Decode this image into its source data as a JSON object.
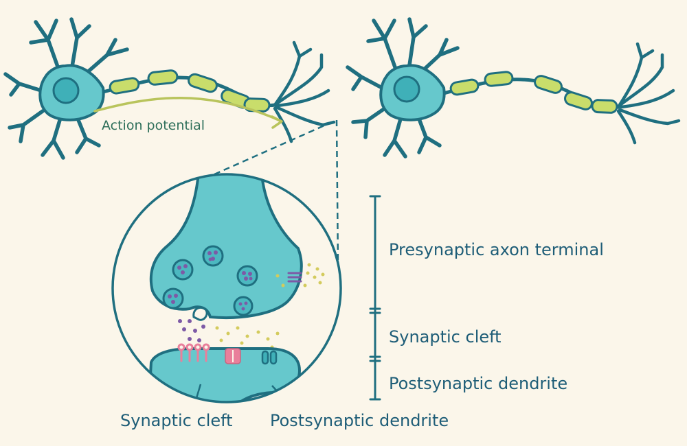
{
  "diagram": {
    "arrow_label": "Action potential",
    "bracket_labels": {
      "presynaptic": "Presynaptic axon terminal",
      "cleft": "Synaptic cleft",
      "postsynaptic": "Postsynaptic dendrite"
    },
    "bottom_labels": {
      "cleft": "Synaptic cleft",
      "postsynaptic": "Postsynaptic dendrite"
    }
  },
  "colors": {
    "background": "#fbf6ea",
    "membrane": "#1f6f80",
    "cell_fill": "#66c8cc",
    "nucleus_fill": "#3fb0b8",
    "myelin": "#c9dd6b",
    "arrow": "#b9c45c",
    "action_label": "#2e6f5a",
    "text": "#1e5d77",
    "vesicle_dots": "#7d5aa6",
    "neurotransmitter": "#d3cb5d",
    "receptor": "#e97f9b"
  }
}
